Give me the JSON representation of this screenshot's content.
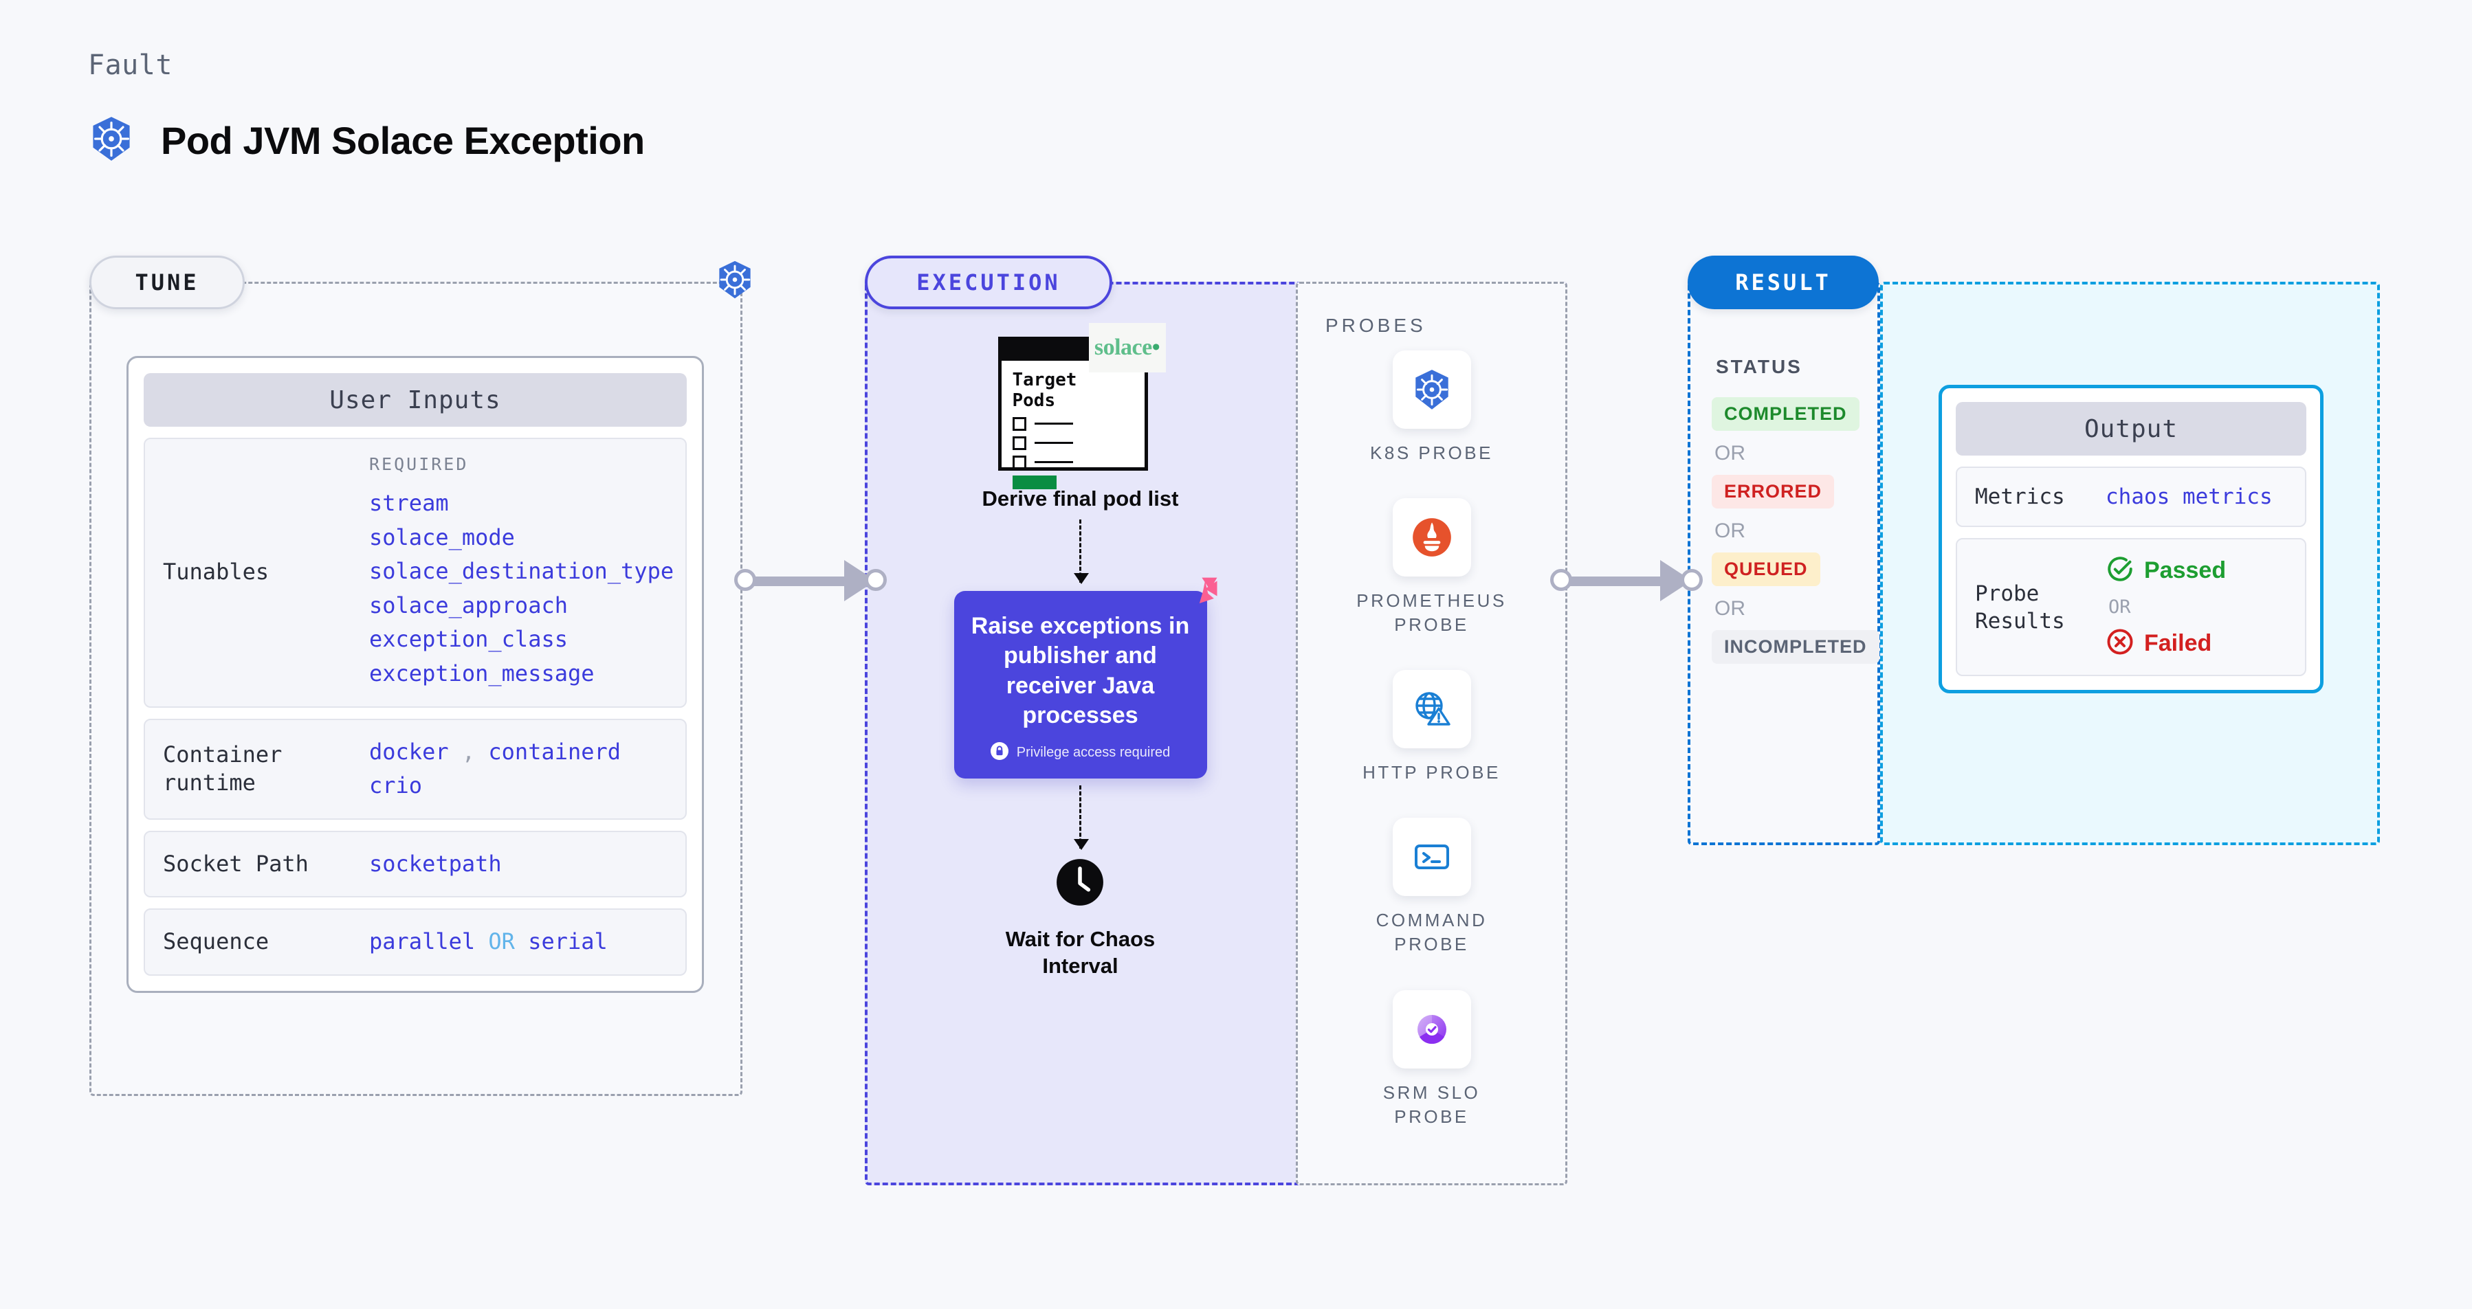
{
  "header": {
    "kicker": "Fault",
    "title": "Pod JVM Solace Exception",
    "icon": "kubernetes-icon"
  },
  "stages": {
    "tune_label": "TUNE",
    "execution_label": "EXECUTION",
    "result_label": "RESULT"
  },
  "tune": {
    "card_title": "User Inputs",
    "rows": [
      {
        "label": "Tunables",
        "required_label": "REQUIRED",
        "values": [
          "stream",
          "solace_mode",
          "solace_destination_type",
          "solace_approach",
          "exception_class",
          "exception_message"
        ]
      },
      {
        "label": "Container runtime",
        "values": [
          "docker",
          "containerd",
          "crio"
        ],
        "separator": ","
      },
      {
        "label": "Socket Path",
        "values": [
          "socketpath"
        ]
      },
      {
        "label": "Sequence",
        "values": [
          "parallel",
          "serial"
        ],
        "joiner": "OR"
      }
    ]
  },
  "execution": {
    "pods_card": {
      "title_line1": "Target",
      "title_line2": "Pods",
      "vendor_logo": "solace",
      "vendor_dot": "•"
    },
    "step1_caption": "Derive final pod list",
    "action": {
      "text": "Raise exceptions in publisher and receiver Java processes",
      "privilege_note": "Privilege access required",
      "badge_icon": "litmus-logo-icon",
      "lock_icon": "lock-icon"
    },
    "wait": {
      "icon": "clock-icon",
      "caption_line1": "Wait for Chaos",
      "caption_line2": "Interval"
    }
  },
  "probes": {
    "title": "PROBES",
    "items": [
      {
        "label": "K8S PROBE",
        "icon": "kubernetes-icon"
      },
      {
        "label": "PROMETHEUS PROBE",
        "icon": "prometheus-icon"
      },
      {
        "label": "HTTP PROBE",
        "icon": "http-globe-warning-icon"
      },
      {
        "label": "COMMAND PROBE",
        "icon": "terminal-icon"
      },
      {
        "label": "SRM SLO PROBE",
        "icon": "srm-slo-icon"
      }
    ]
  },
  "result": {
    "status_title": "STATUS",
    "or_text": "OR",
    "statuses": [
      {
        "label": "COMPLETED",
        "tone": "success"
      },
      {
        "label": "ERRORED",
        "tone": "error"
      },
      {
        "label": "QUEUED",
        "tone": "warning"
      },
      {
        "label": "INCOMPLETED",
        "tone": "neutral"
      }
    ]
  },
  "output": {
    "card_title": "Output",
    "metrics_label": "Metrics",
    "metrics_value": "chaos metrics",
    "probe_results_label": "Probe Results",
    "passed_label": "Passed",
    "failed_label": "Failed",
    "or_text": "OR"
  },
  "colors": {
    "tune_accent": "#9aa0ae",
    "execution_accent": "#4b45dd",
    "result_accent": "#0d74d4",
    "output_accent": "#0d9fe0",
    "value_text": "#3b3bdc",
    "success": "#1d8a2c",
    "error": "#cf2121",
    "warning": "#cf2121",
    "neutral": "#5b6475"
  }
}
